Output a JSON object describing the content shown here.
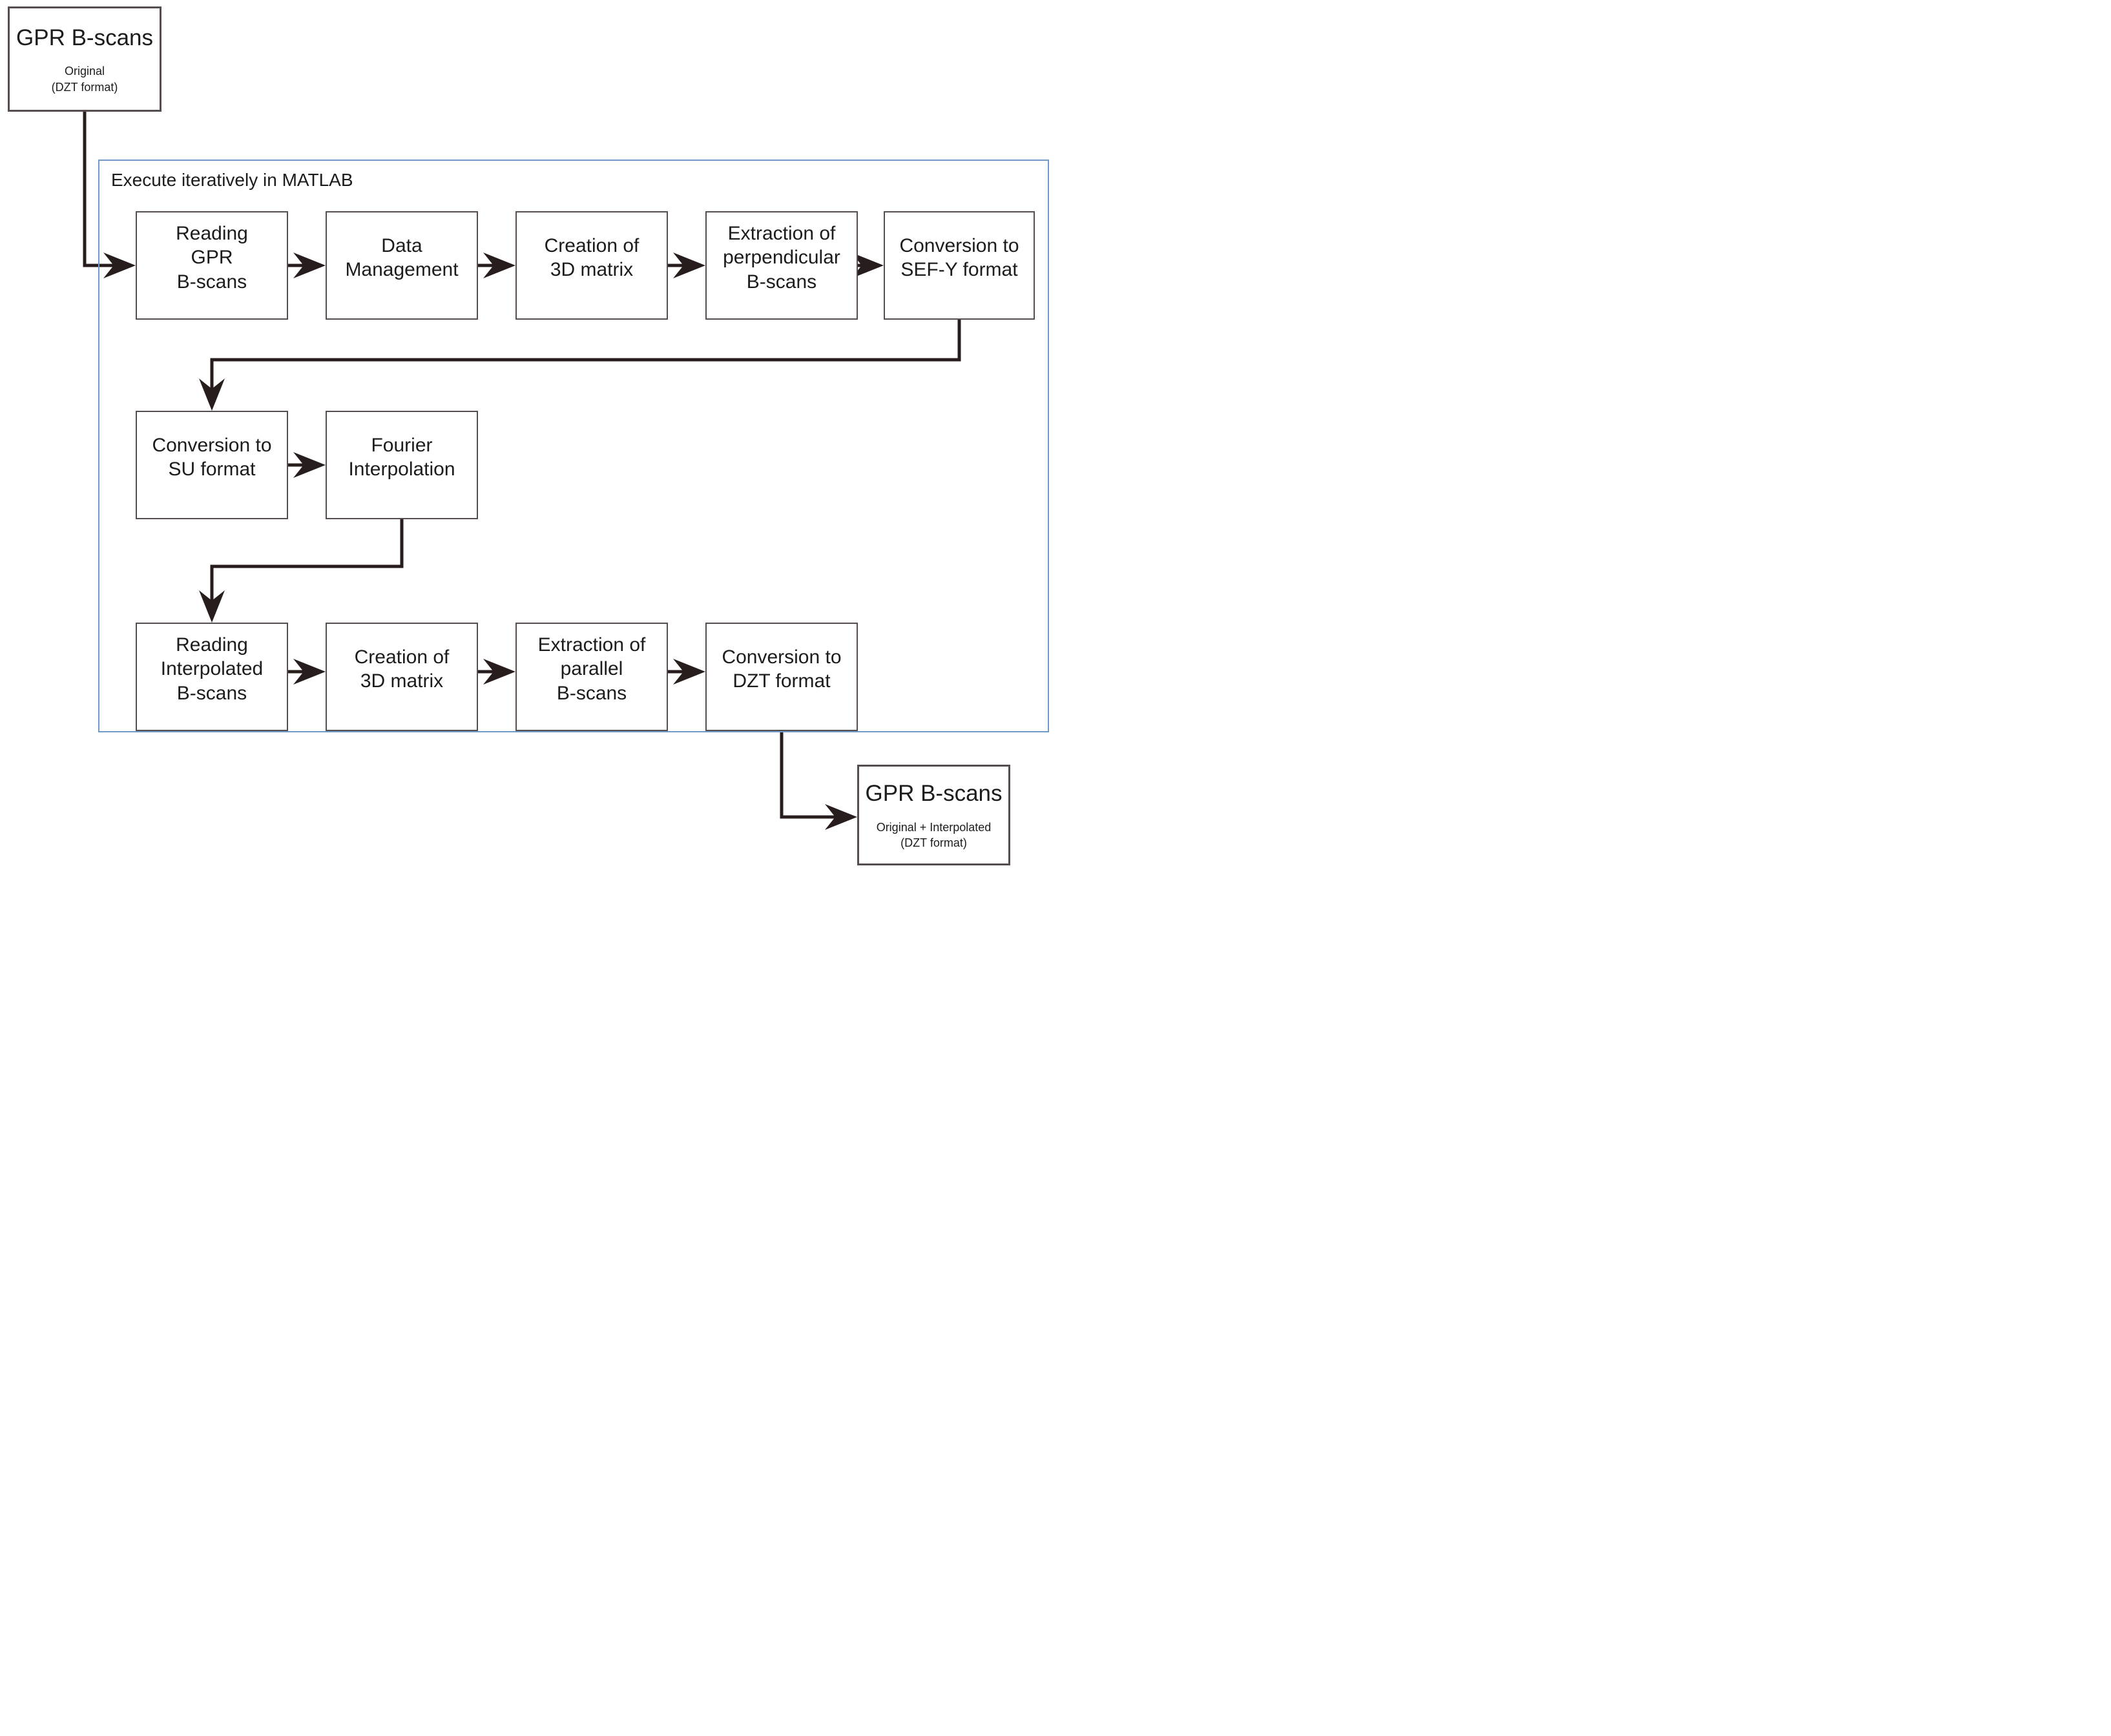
{
  "diagram": {
    "frame_label": "Execute iteratively in MATLAB",
    "start_node": {
      "title": "GPR B-scans",
      "subtitle": "Original\n(DZT format)"
    },
    "end_node": {
      "title": "GPR B-scans",
      "subtitle": "Original + Interpolated\n(DZT format)"
    },
    "flow_nodes": {
      "reading_gpr": "Reading\nGPR\nB-scans",
      "data_management": "Data\nManagement",
      "creation_3d_first": "Creation of\n3D matrix",
      "extraction_perpendicular": "Extraction of\nperpendicular\nB-scans",
      "conversion_sefy": "Conversion to\nSEF-Y format",
      "conversion_su": "Conversion to\nSU format",
      "fourier_interpolation": "Fourier\nInterpolation",
      "reading_interpolated": "Reading\nInterpolated\nB-scans",
      "creation_3d_second": "Creation of\n3D matrix",
      "extraction_parallel": "Extraction of\nparallel\nB-scans",
      "conversion_dzt": "Conversion to\nDZT format"
    },
    "colors": {
      "connector": "#281d1d",
      "box_border": "#564e4e",
      "frame_border": "#6f9ac9",
      "text": "#1c1c1c",
      "background": "#ffffff"
    }
  }
}
